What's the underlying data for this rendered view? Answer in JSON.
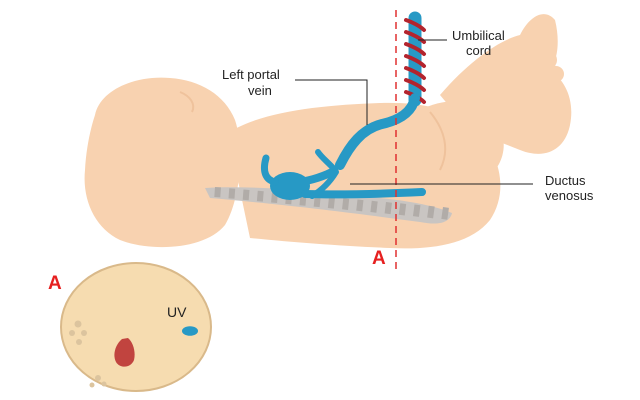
{
  "labels": {
    "umbilical_cord": [
      "Umbilical",
      "cord"
    ],
    "left_portal_vein": [
      "Left portal",
      "vein"
    ],
    "ductus_venosus": [
      "Ductus",
      "venosus"
    ],
    "section_marker": "A",
    "inset_marker": "A",
    "uv": "UV"
  },
  "colors": {
    "skin": "#f8d2b0",
    "skin_shadow": "#efc29c",
    "vessel": "#2799c5",
    "vessel_dark": "#1c7fa6",
    "cord_wrap": "#b3242d",
    "spine": "#c9c5c2",
    "section_line": "#e03030",
    "marker": "#e62020",
    "inset_fill": "#f6dcb0",
    "inset_stroke": "#d9b98a",
    "inset_dots": "#dcc49e",
    "stomach": "#c1443f",
    "leader": "#222222"
  },
  "icons": {
    "fetus": "fetus-silhouette-icon",
    "umbilical_cord": "umbilical-cord-icon",
    "cross_section": "cross-section-icon"
  }
}
